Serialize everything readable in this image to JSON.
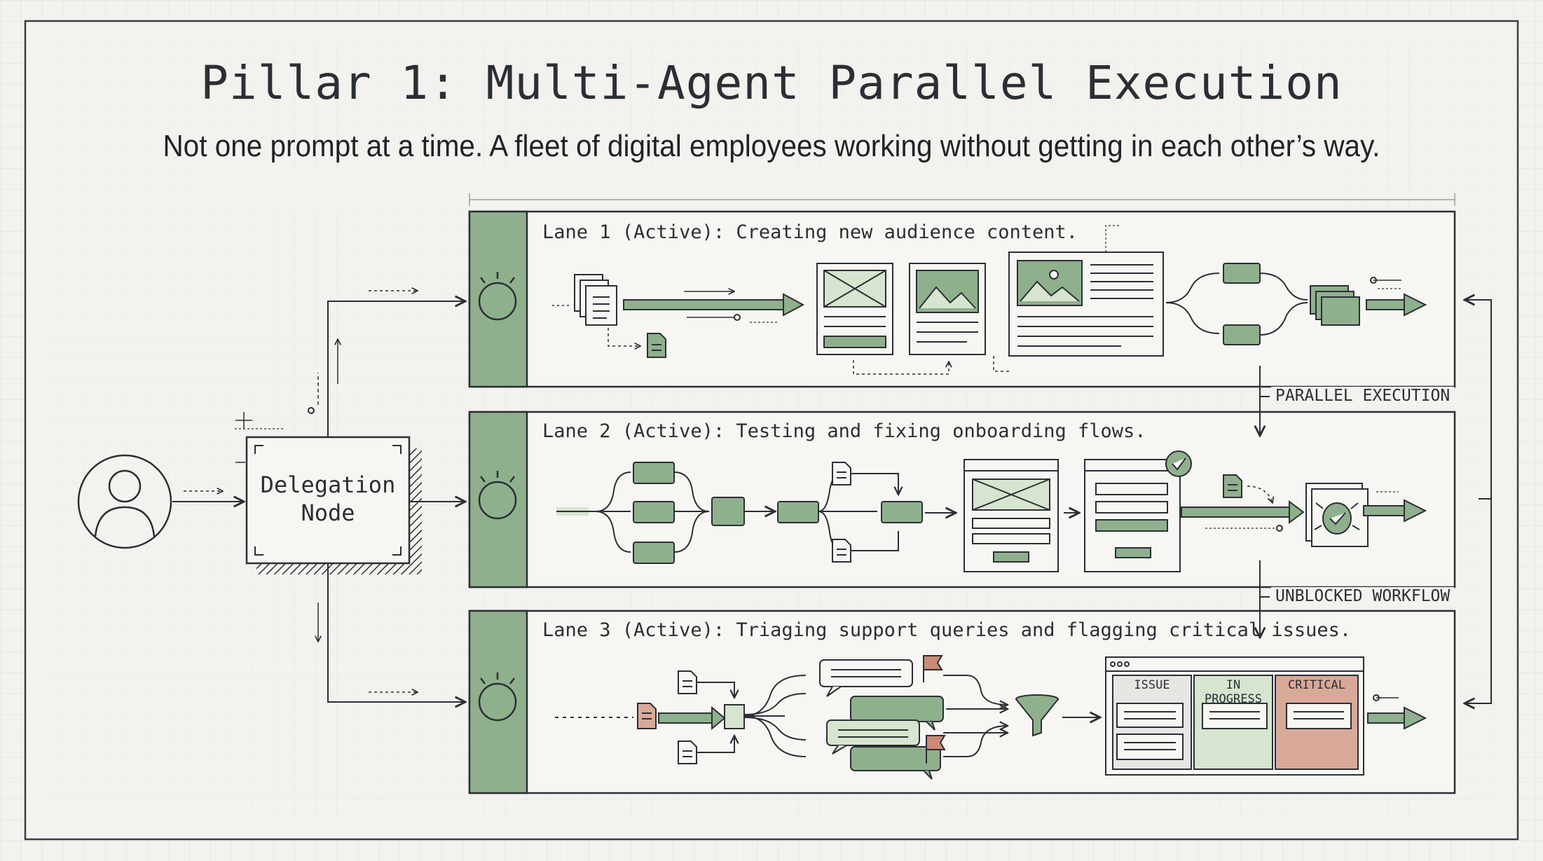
{
  "title": "Pillar 1: Multi-Agent Parallel Execution",
  "subtitle": "Not one prompt at a time. A fleet of digital employees working without getting in each other’s way.",
  "delegation_node": {
    "line1": "Delegation",
    "line2": "Node"
  },
  "lanes": [
    {
      "label": "Lane 1 (Active): Creating new audience content."
    },
    {
      "label": "Lane 2 (Active): Testing and fixing onboarding flows."
    },
    {
      "label": "Lane 3 (Active): Triaging support queries and flagging critical issues."
    }
  ],
  "connectors": {
    "between_1_2": "PARALLEL EXECUTION",
    "between_2_3": "UNBLOCKED WORKFLOW"
  },
  "kanban": {
    "columns": [
      "ISSUE",
      "IN PROGRESS",
      "CRITICAL"
    ]
  },
  "colors": {
    "background": "#f3f2ee",
    "ink": "#2b2f35",
    "accent_green": "#8fb08d",
    "green_light": "#d7e4cf",
    "critical_red": "#d8a998",
    "flag_red": "#c98a76"
  }
}
